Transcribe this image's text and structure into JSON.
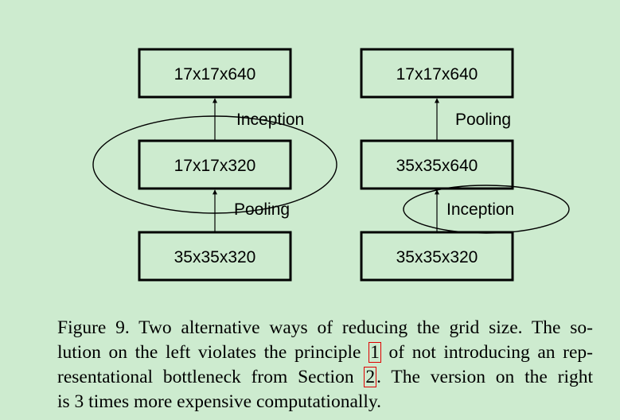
{
  "diagram": {
    "left": {
      "top_box": "17x17x640",
      "middle_box": "17x17x320",
      "bottom_box": "35x35x320",
      "upper_op": "Inception",
      "lower_op": "Pooling"
    },
    "right": {
      "top_box": "17x17x640",
      "middle_box": "35x35x640",
      "bottom_box": "35x35x320",
      "upper_op": "Pooling",
      "lower_op": "Inception"
    }
  },
  "caption": {
    "line1": "Figure 9. Two alternative ways of reducing the grid size. The so-",
    "line2_pre": "lution on the left violates the principle ",
    "ref1": "1",
    "line2_post": " of not introducing an rep-",
    "line3_pre": "resentational bottleneck from Section ",
    "ref2": "2",
    "line3_post": ". The version on the right",
    "line4": "is 3 times more expensive computationally."
  }
}
